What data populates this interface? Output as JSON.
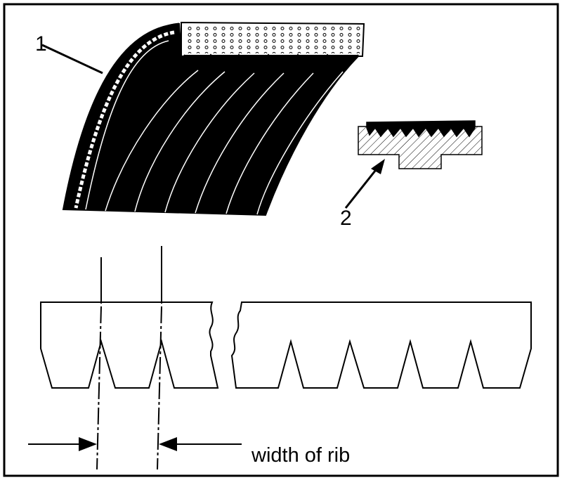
{
  "callouts": {
    "belt_number": "1",
    "pulley_number": "2"
  },
  "dimension": {
    "label": "width of rib"
  },
  "colors": {
    "ink": "#000000",
    "paper": "#ffffff"
  }
}
